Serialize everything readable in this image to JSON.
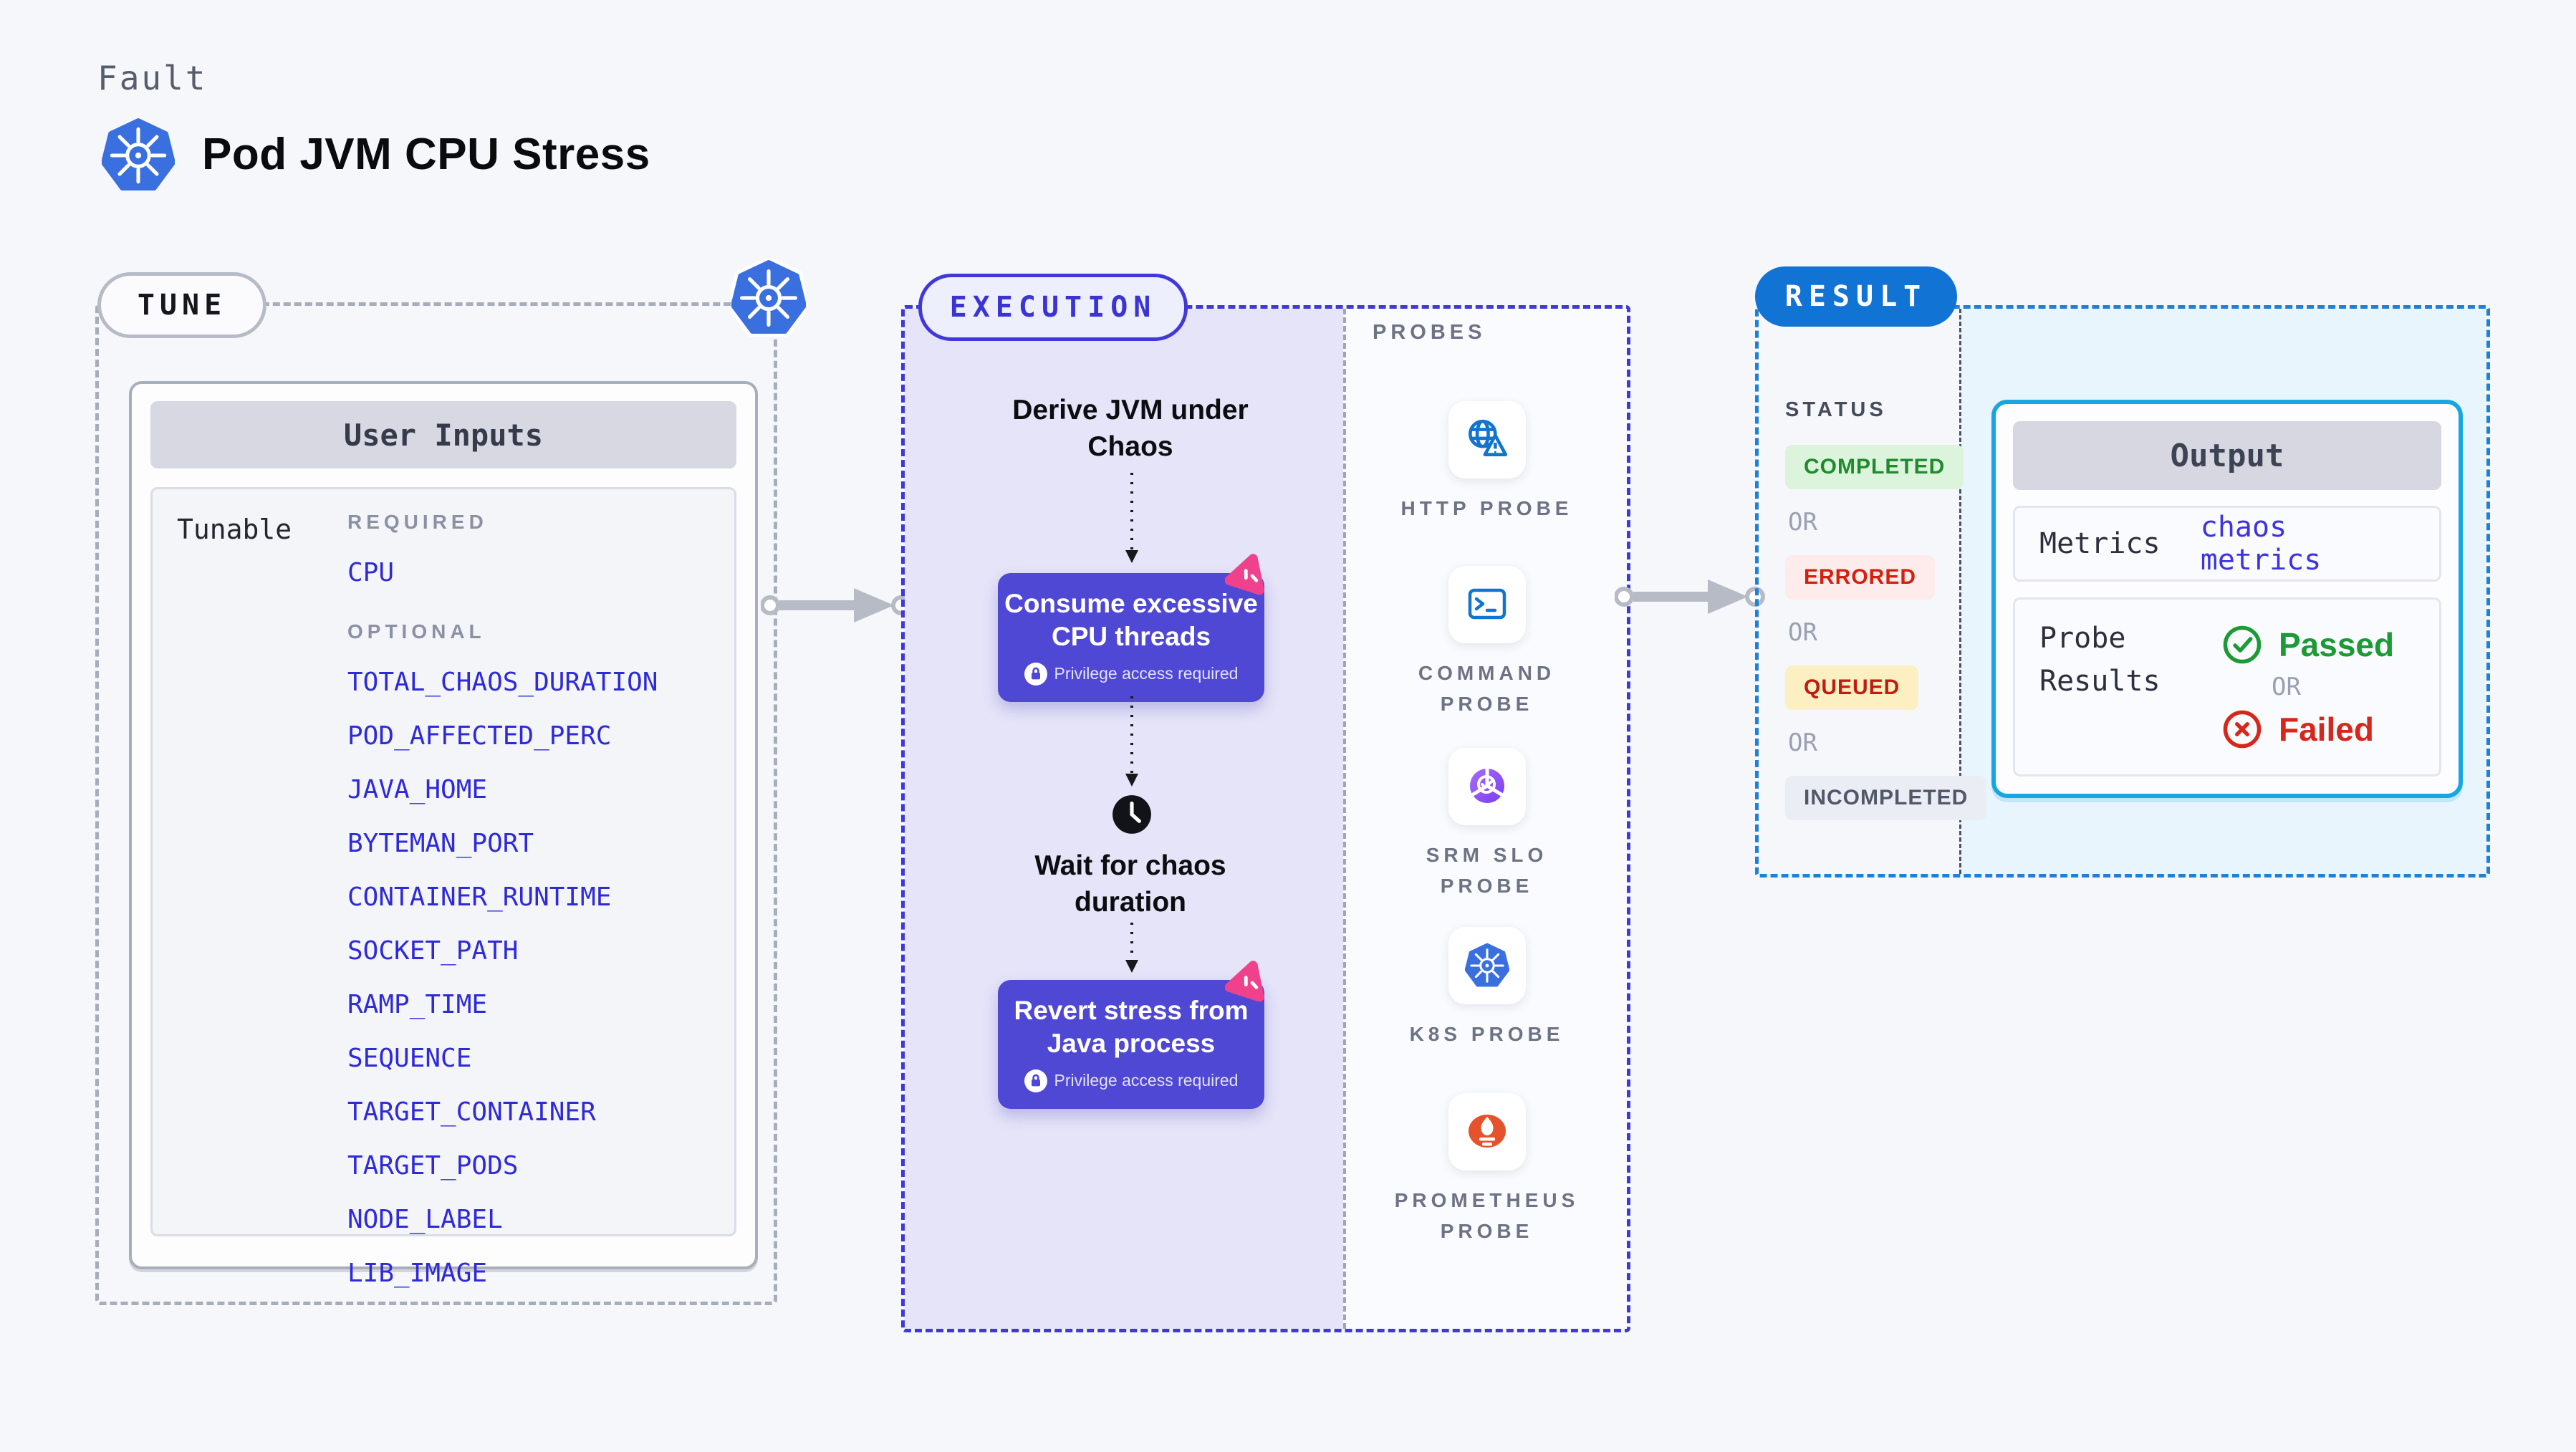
{
  "header": {
    "eyebrow": "Fault",
    "title": "Pod JVM CPU Stress"
  },
  "tune": {
    "pill": "TUNE",
    "card": {
      "title": "User Inputs",
      "row_label": "Tunable",
      "required_label": "REQUIRED",
      "required": [
        "CPU"
      ],
      "optional_label": "OPTIONAL",
      "optional": [
        "TOTAL_CHAOS_DURATION",
        "POD_AFFECTED_PERC",
        "JAVA_HOME",
        "BYTEMAN_PORT",
        "CONTAINER_RUNTIME",
        "SOCKET_PATH",
        "RAMP_TIME",
        "SEQUENCE",
        "TARGET_CONTAINER",
        "TARGET_PODS",
        "NODE_LABEL",
        "LIB_IMAGE"
      ]
    }
  },
  "execution": {
    "pill": "EXECUTION",
    "step_derive": "Derive JVM under Chaos",
    "step_consume": "Consume excessive CPU threads",
    "privilege_note": "Privilege access required",
    "step_wait": "Wait for chaos duration",
    "step_revert": "Revert stress from Java process"
  },
  "probes": {
    "title": "PROBES",
    "items": [
      {
        "label": "HTTP PROBE",
        "icon": "http-probe-icon"
      },
      {
        "label": "COMMAND PROBE",
        "icon": "command-probe-icon"
      },
      {
        "label": "SRM SLO PROBE",
        "icon": "srm-slo-probe-icon"
      },
      {
        "label": "K8S PROBE",
        "icon": "kubernetes-icon"
      },
      {
        "label": "PROMETHEUS PROBE",
        "icon": "prometheus-icon"
      }
    ]
  },
  "result": {
    "pill": "RESULT",
    "status_label": "STATUS",
    "or": "OR",
    "statuses": [
      "COMPLETED",
      "ERRORED",
      "QUEUED",
      "INCOMPLETED"
    ],
    "output": {
      "title": "Output",
      "metrics_label": "Metrics",
      "metrics_value": "chaos metrics",
      "probe_results_label": "Probe Results",
      "passed": "Passed",
      "or": "OR",
      "failed": "Failed"
    }
  },
  "colors": {
    "accent_indigo": "#4138d9",
    "accent_blue": "#1173d4",
    "accent_cyan": "#17a6e2",
    "purple_box": "#4f48d4",
    "pink_badge": "#f0418c",
    "green": "#1b9a35",
    "red": "#d7271a",
    "k8s_blue": "#3a6fe0",
    "prometheus_orange": "#e6522c",
    "lavender_bg": "#e5e4f8",
    "cyan_bg": "#e8f5fc"
  }
}
